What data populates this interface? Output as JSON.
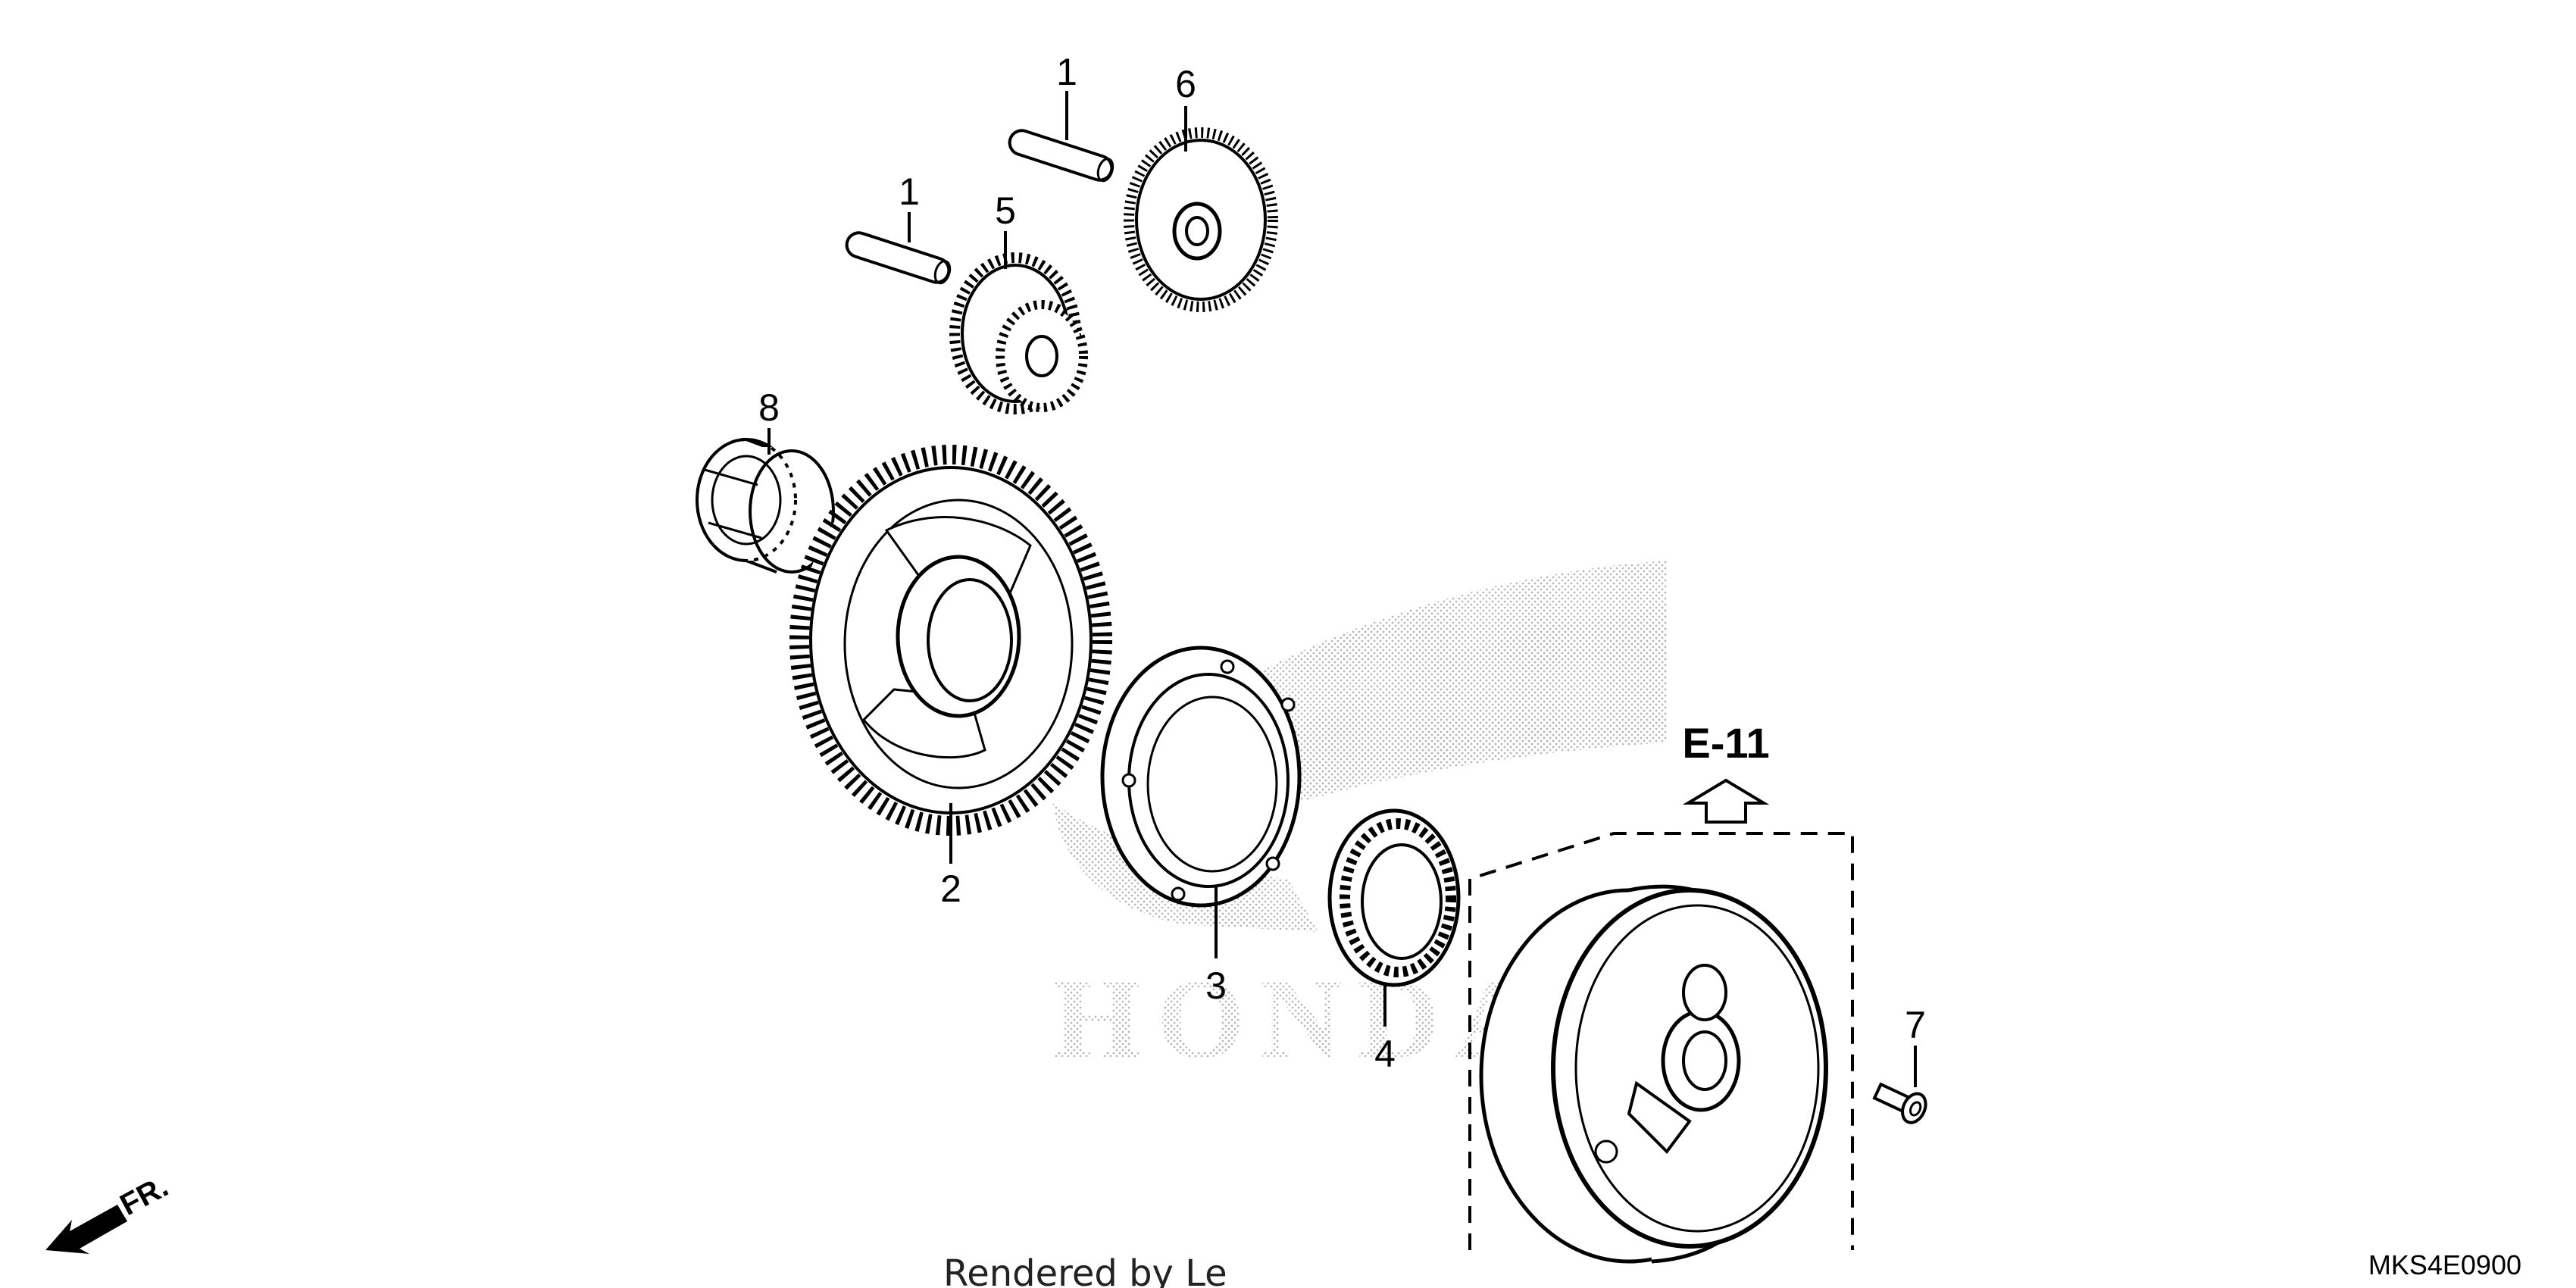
{
  "diagram": {
    "callouts": [
      "1",
      "1",
      "6",
      "5",
      "8",
      "2",
      "3",
      "4",
      "7"
    ],
    "reference": "E-11",
    "direction_label": "FR.",
    "rendered_by": "Rendered by Le",
    "diagram_code": "MKS4E0900",
    "watermark_text": "HONDA"
  },
  "parts": [
    {
      "id": "1",
      "icon": "dowel-pin-icon"
    },
    {
      "id": "2",
      "icon": "large-gear-icon"
    },
    {
      "id": "3",
      "icon": "clutch-outer-ring-icon"
    },
    {
      "id": "4",
      "icon": "one-way-clutch-icon"
    },
    {
      "id": "5",
      "icon": "double-gear-icon"
    },
    {
      "id": "6",
      "icon": "idle-gear-icon"
    },
    {
      "id": "7",
      "icon": "bolt-icon"
    },
    {
      "id": "8",
      "icon": "needle-bearing-icon"
    }
  ]
}
